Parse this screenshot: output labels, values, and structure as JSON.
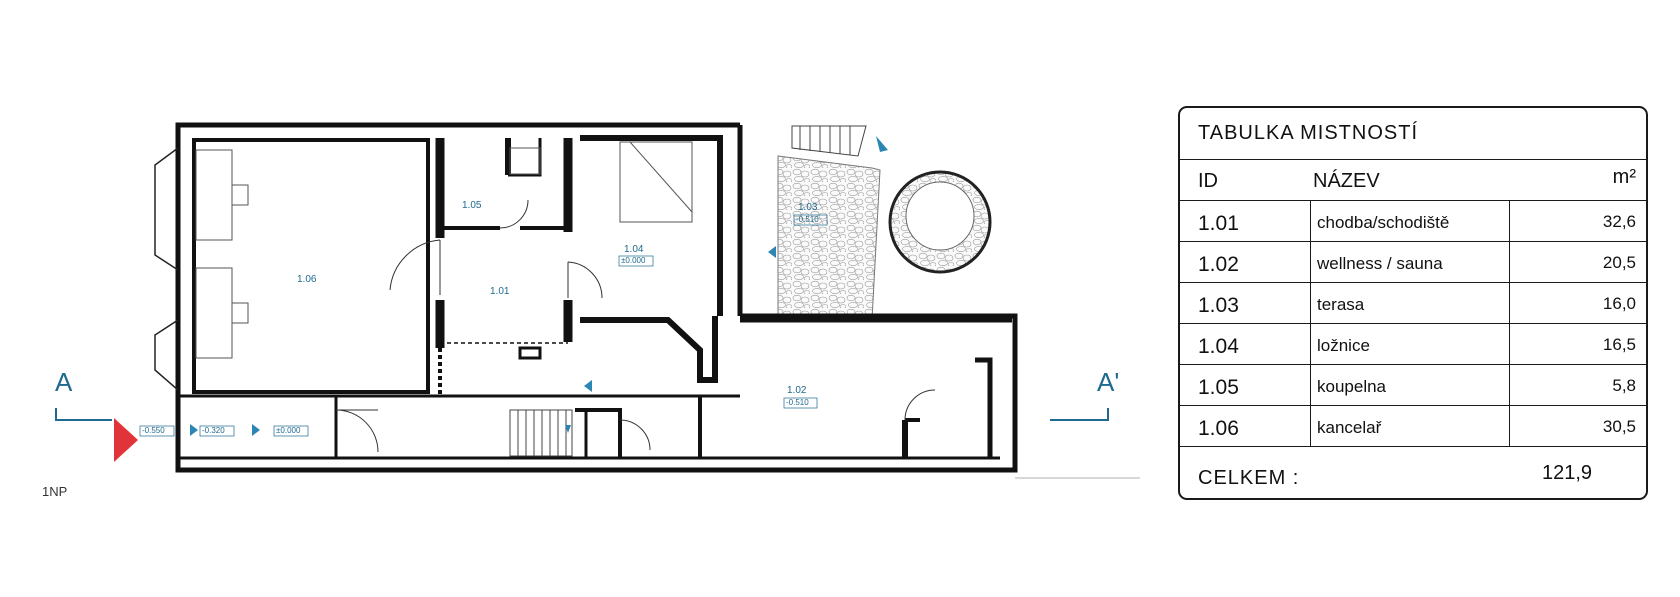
{
  "plan": {
    "floor_label": "1NP",
    "section_left": "A",
    "section_right": "A'",
    "rooms": [
      {
        "id": "1.01",
        "level": ""
      },
      {
        "id": "1.02",
        "level": "-0.510"
      },
      {
        "id": "1.03",
        "level": "-0.510"
      },
      {
        "id": "1.04",
        "level": "±0.000"
      },
      {
        "id": "1.05",
        "level": ""
      },
      {
        "id": "1.06",
        "level": ""
      }
    ],
    "entry_levels": [
      "-0.550",
      "-0.320",
      "±0.000"
    ]
  },
  "table": {
    "title": "TABULKA MISTNOSTÍ",
    "header": {
      "id": "ID",
      "name": "NÁZEV",
      "area": "m²"
    },
    "rows": [
      {
        "id": "1.01",
        "name": "chodba/schodiště",
        "area": "32,6"
      },
      {
        "id": "1.02",
        "name": "wellness / sauna",
        "area": "20,5"
      },
      {
        "id": "1.03",
        "name": "terasa",
        "area": "16,0"
      },
      {
        "id": "1.04",
        "name": "ložnice",
        "area": "16,5"
      },
      {
        "id": "1.05",
        "name": "koupelna",
        "area": "5,8"
      },
      {
        "id": "1.06",
        "name": "kancelař",
        "area": "30,5"
      }
    ],
    "total_label": "CELKEM  :",
    "total_value": "121,9"
  },
  "colors": {
    "label": "#1f6a8e",
    "entry_marker": "#e0343a",
    "walls": "#111111"
  }
}
